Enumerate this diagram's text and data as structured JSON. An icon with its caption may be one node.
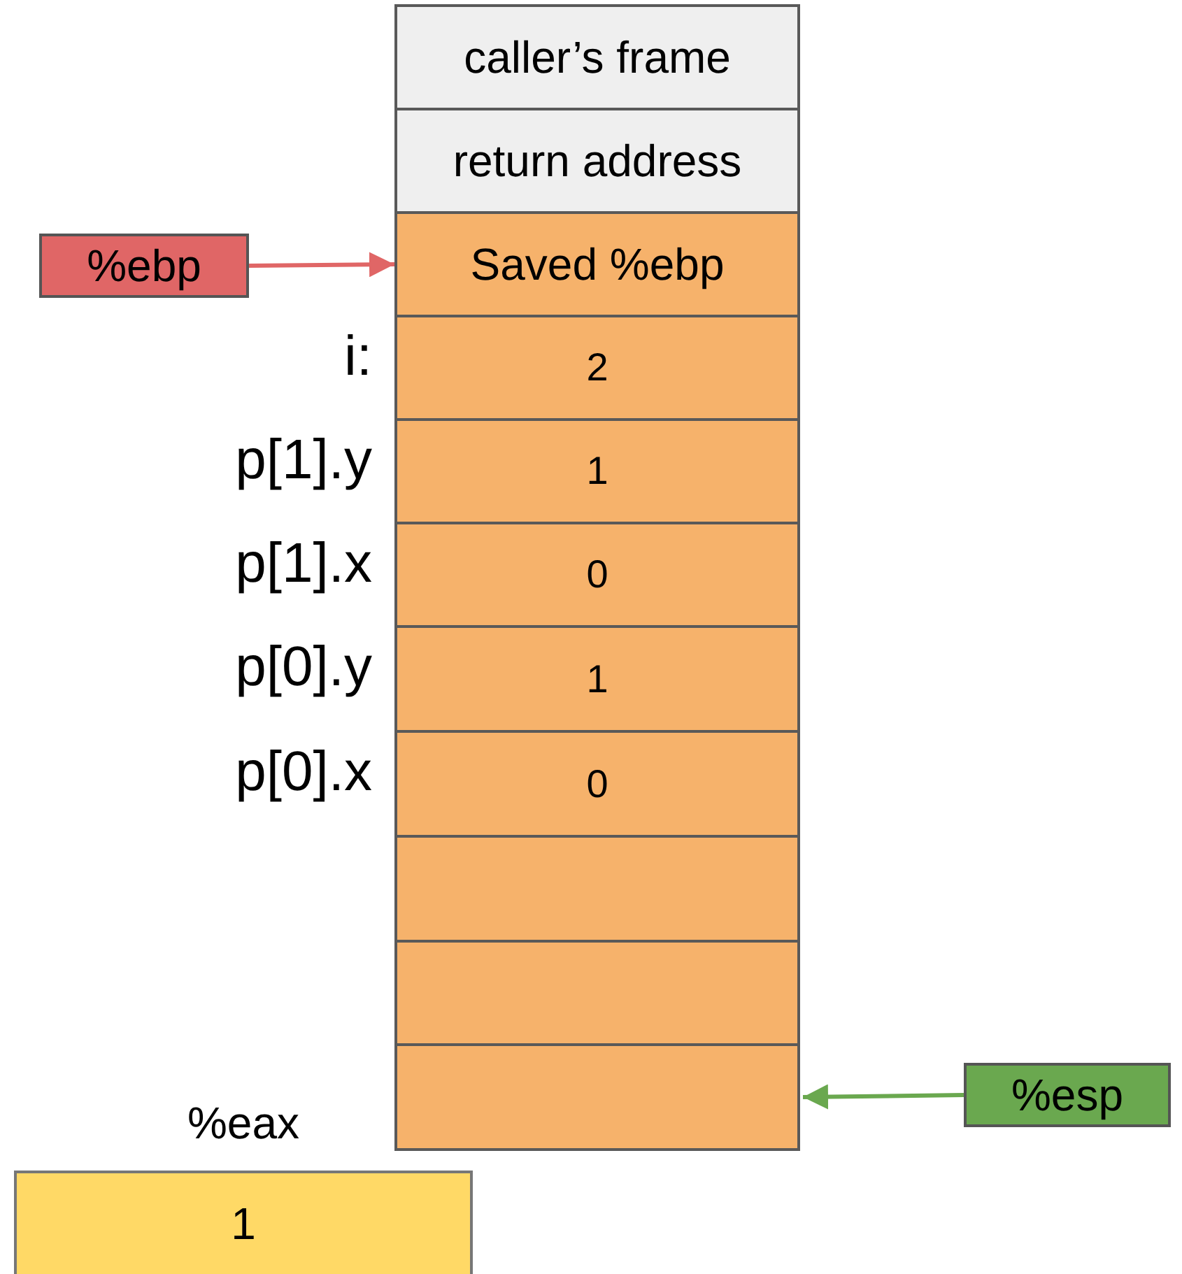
{
  "diagram": {
    "nodes": [
      {
        "text": [
          "caller’s frame"
        ]
      },
      {
        "text": [
          "return address"
        ]
      },
      {
        "text": [
          "Saved %ebp"
        ]
      },
      {
        "text": [
          "2"
        ],
        "beside": [
          "i:"
        ]
      },
      {
        "text": [
          "1"
        ],
        "beside": [
          "p[1].y"
        ]
      },
      {
        "text": [
          "0"
        ],
        "beside": [
          "p[1].x"
        ]
      },
      {
        "text": [
          "1"
        ],
        "beside": [
          "p[0].y"
        ]
      },
      {
        "text": [
          "0"
        ],
        "beside": [
          "p[0].x"
        ]
      },
      {
        "text": [],
        "shape": "box"
      },
      {
        "text": [],
        "shape": "box"
      },
      {
        "text": [],
        "shape": "box"
      },
      {
        "text": [
          "%ebp"
        ]
      },
      {
        "text": [
          "%esp"
        ]
      },
      {
        "text": [
          "%eax",
          "1"
        ]
      }
    ],
    "edges": [
      {
        "from": 11,
        "to": 2,
        "arrow": "to",
        "color": "#e06666"
      },
      {
        "from": 12,
        "to": 10,
        "arrow": "to",
        "color": "#6aa84f"
      }
    ]
  }
}
